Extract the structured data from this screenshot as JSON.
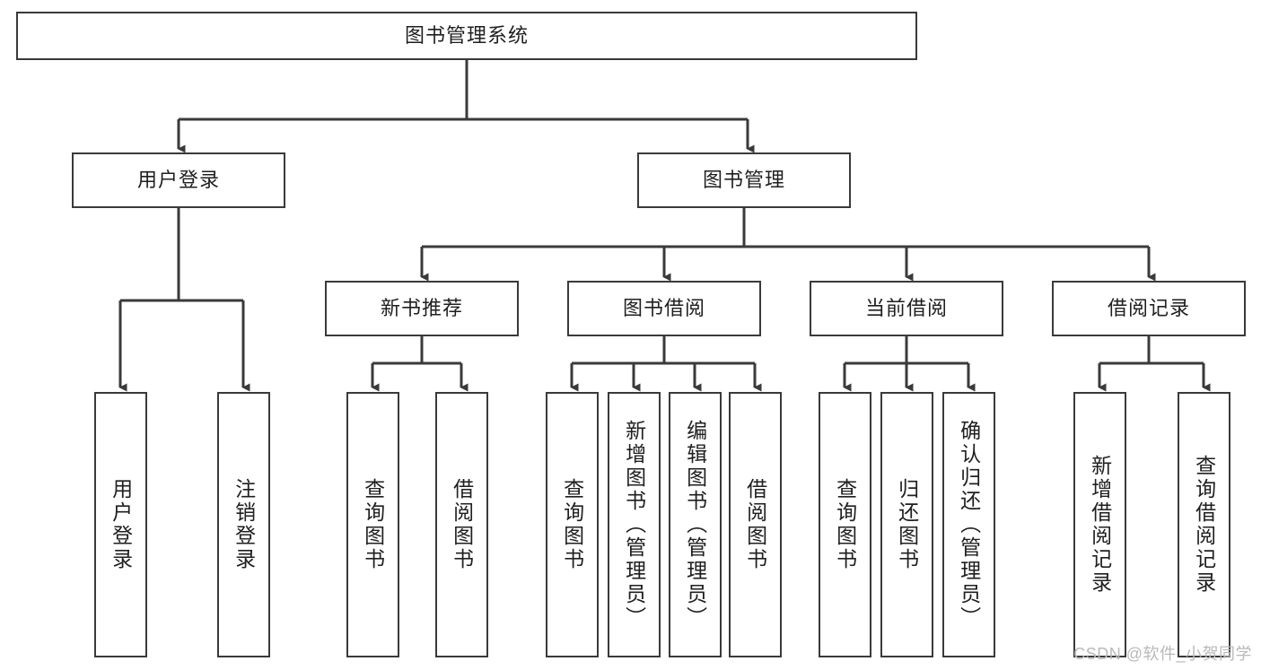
{
  "diagram": {
    "title": "图书管理系统",
    "type": "tree-hierarchy",
    "watermark": "CSDN @软件_小贺同学",
    "colors": {
      "stroke": "#3a3a3a",
      "fill": "#ffffff",
      "text": "#1f1f1f",
      "watermark": "#b9b9b9"
    },
    "nodes": {
      "root": {
        "label": "图书管理系统"
      },
      "level2": [
        {
          "id": "user-login",
          "label": "用户登录"
        },
        {
          "id": "book-manage",
          "label": "图书管理"
        }
      ],
      "level3": [
        {
          "id": "new-book-recommend",
          "label": "新书推荐"
        },
        {
          "id": "book-borrow",
          "label": "图书借阅"
        },
        {
          "id": "current-borrow",
          "label": "当前借阅"
        },
        {
          "id": "borrow-record",
          "label": "借阅记录"
        }
      ],
      "leaves": [
        {
          "id": "leaf-user-login",
          "parent": "user-login",
          "label": "用户登录"
        },
        {
          "id": "leaf-logout",
          "parent": "user-login",
          "label": "注销登录"
        },
        {
          "id": "leaf-query-book-1",
          "parent": "new-book-recommend",
          "label": "查询图书"
        },
        {
          "id": "leaf-borrow-book-1",
          "parent": "new-book-recommend",
          "label": "借阅图书"
        },
        {
          "id": "leaf-query-book-2",
          "parent": "book-borrow",
          "label": "查询图书"
        },
        {
          "id": "leaf-add-book",
          "parent": "book-borrow",
          "label": "新增图书（管理员）"
        },
        {
          "id": "leaf-edit-book",
          "parent": "book-borrow",
          "label": "编辑图书（管理员）"
        },
        {
          "id": "leaf-borrow-book-2",
          "parent": "book-borrow",
          "label": "借阅图书"
        },
        {
          "id": "leaf-query-book-3",
          "parent": "current-borrow",
          "label": "查询图书"
        },
        {
          "id": "leaf-return-book",
          "parent": "current-borrow",
          "label": "归还图书"
        },
        {
          "id": "leaf-confirm-return",
          "parent": "current-borrow",
          "label": "确认归还（管理员）"
        },
        {
          "id": "leaf-add-record",
          "parent": "borrow-record",
          "label": "新增借阅记录"
        },
        {
          "id": "leaf-query-record",
          "parent": "borrow-record",
          "label": "查询借阅记录"
        }
      ]
    }
  }
}
